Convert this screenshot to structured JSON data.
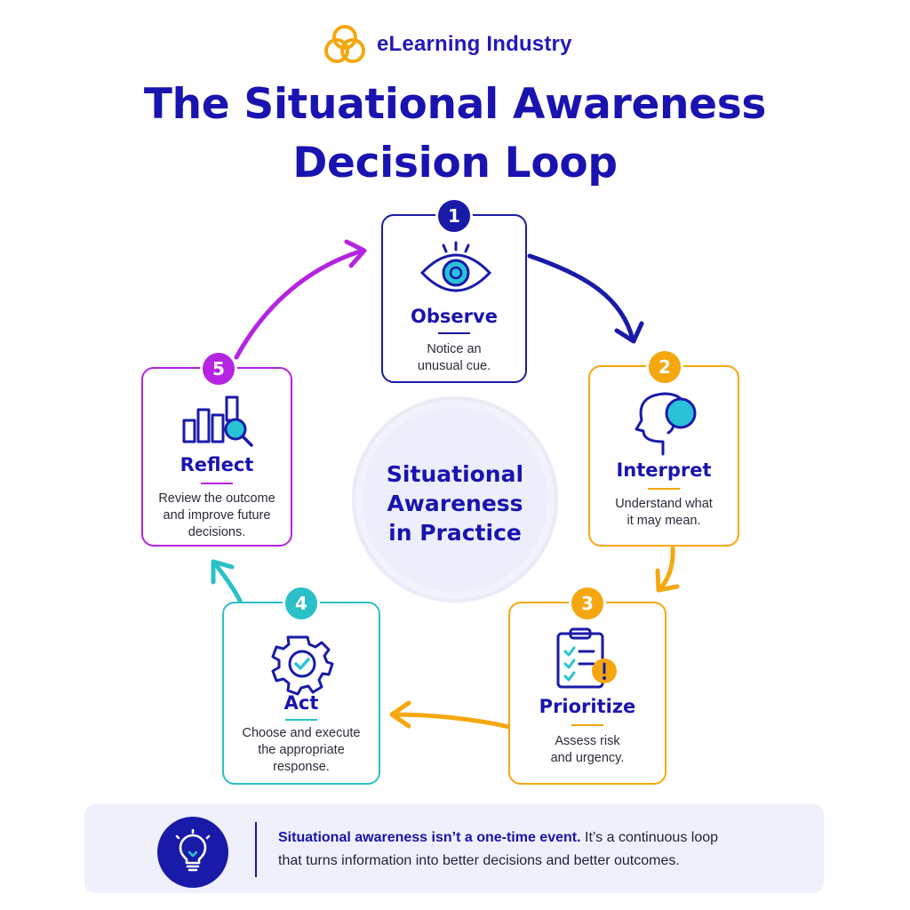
{
  "brand": {
    "name": "eLearning Industry",
    "logo_icon": "trefoil-logo-icon"
  },
  "title": {
    "line1": "The Situational Awareness",
    "line2": "Decision Loop"
  },
  "center": {
    "line1": "Situational",
    "line2": "Awareness",
    "line3": "in Practice"
  },
  "steps": [
    {
      "number": "1",
      "label": "Observe",
      "desc1": "Notice an",
      "desc2": "unusual cue.",
      "desc3": "",
      "color": "#1a1aa8",
      "icon": "eye-icon"
    },
    {
      "number": "2",
      "label": "Interpret",
      "desc1": "Understand what",
      "desc2": "it may mean.",
      "desc3": "",
      "color": "#f5a70f",
      "icon": "head-thought-icon"
    },
    {
      "number": "3",
      "label": "Prioritize",
      "desc1": "Assess risk",
      "desc2": "and urgency.",
      "desc3": "",
      "color": "#f5a70f",
      "icon": "clipboard-checklist-icon"
    },
    {
      "number": "4",
      "label": "Act",
      "desc1": "Choose and execute",
      "desc2": "the appropriate",
      "desc3": "response.",
      "color": "#2bc0c8",
      "icon": "gear-check-icon"
    },
    {
      "number": "5",
      "label": "Reflect",
      "desc1": "Review the outcome",
      "desc2": "and improve future",
      "desc3": "decisions.",
      "color": "#b524e0",
      "icon": "bar-chart-magnifier-icon"
    }
  ],
  "footer": {
    "icon": "lightbulb-icon",
    "bold": "Situational awareness isn’t a one-time event.",
    "text1": " It’s a continuous loop",
    "text2": "that turns information into better decisions and better outcomes."
  },
  "colors": {
    "navy": "#1a13b0",
    "amber": "#f5a70f",
    "teal": "#2bc0c8",
    "purple": "#b524e0",
    "cyan_fill": "#29c2d6"
  }
}
